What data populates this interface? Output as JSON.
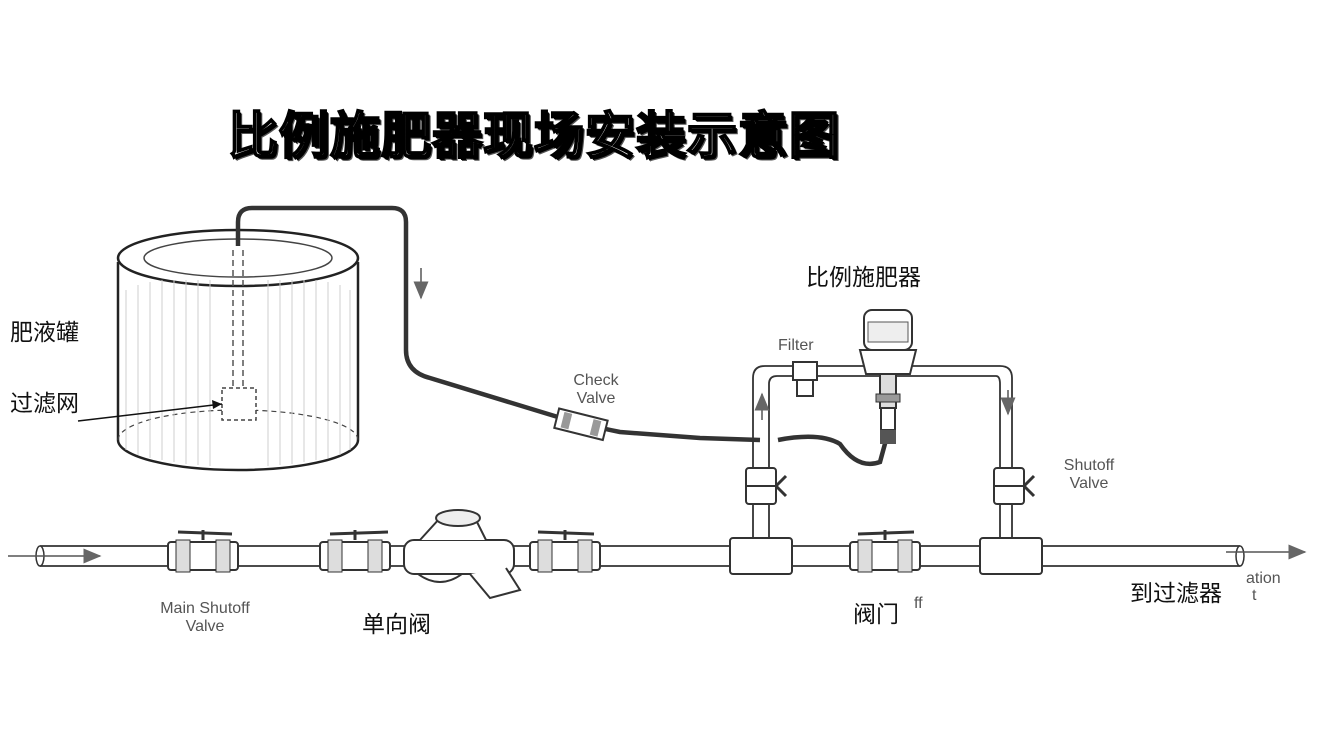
{
  "title": "比例施肥器现场安装示意图",
  "labels_cn": {
    "tank": "肥液罐",
    "strainer": "过滤网",
    "injector": "比例施肥器",
    "check_valve": "单向阀",
    "valve": "阀门",
    "to_filter": "到过滤器"
  },
  "labels_en": {
    "check_valve_l1": "Check",
    "check_valve_l2": "Valve",
    "filter": "Filter",
    "shutoff_l1": "Shutoff",
    "shutoff_l2": "Valve",
    "main_shutoff_l1": "Main Shutoff",
    "main_shutoff_l2": "Valve",
    "irrigation_frag_l1": "ation",
    "irrigation_frag_l2": "t",
    "bypass_frag": "ff"
  }
}
